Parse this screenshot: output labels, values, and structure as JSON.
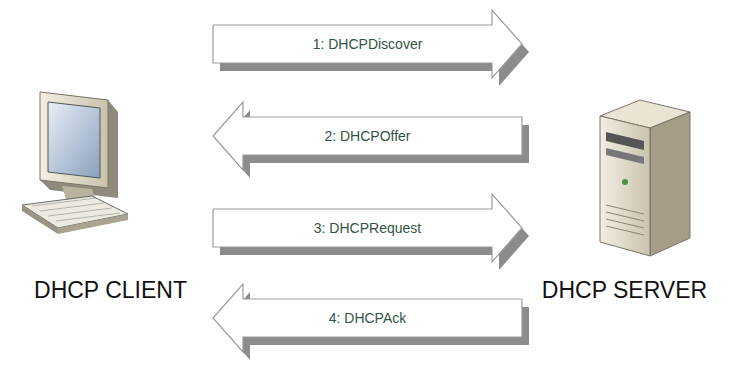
{
  "diagram": {
    "nodes": [
      {
        "text": [
          "DHCP CLIENT"
        ]
      },
      {
        "text": [
          "DHCP SERVER"
        ]
      }
    ],
    "edges": [
      {
        "from": 0,
        "to": 1,
        "arrow": "to",
        "label": "1: DHCPDiscover"
      },
      {
        "from": 1,
        "to": 0,
        "arrow": "to",
        "label": "2: DHCPOffer"
      },
      {
        "from": 0,
        "to": 1,
        "arrow": "to",
        "label": "3: DHCPRequest"
      },
      {
        "from": 1,
        "to": 0,
        "arrow": "to",
        "label": "4: DHCPAck"
      }
    ]
  }
}
